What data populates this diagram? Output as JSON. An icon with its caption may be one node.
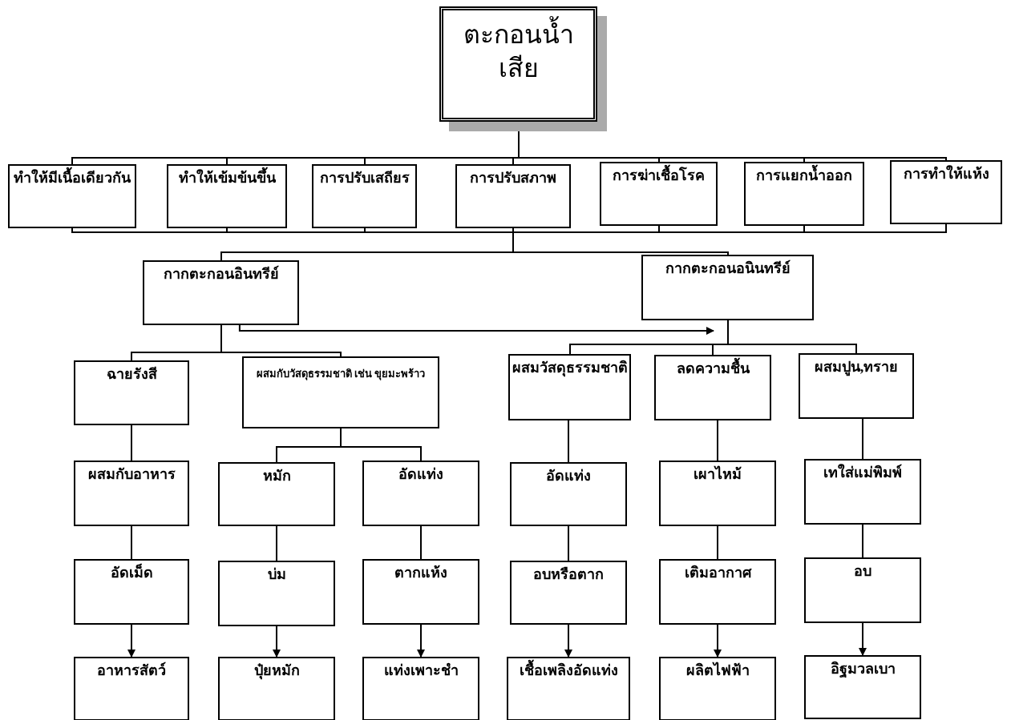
{
  "diagram": {
    "nodes": [
      {
        "text": [
          "ตะกอนน้ำเสีย"
        ]
      },
      {
        "text": [
          "ทำให้มีเนื้อเดียวกัน"
        ]
      },
      {
        "text": [
          "ทำให้เข้มข้นขึ้น"
        ]
      },
      {
        "text": [
          "การปรับเสถียร"
        ]
      },
      {
        "text": [
          "การปรับสภาพ"
        ]
      },
      {
        "text": [
          "การฆ่าเชื้อโรค"
        ]
      },
      {
        "text": [
          "การแยกน้ำออก"
        ]
      },
      {
        "text": [
          "การทำให้แห้ง"
        ]
      },
      {
        "text": [
          "กากตะกอนอินทรีย์"
        ]
      },
      {
        "text": [
          "กากตะกอนอนินทรีย์"
        ]
      },
      {
        "text": [
          "ฉายรังสี"
        ]
      },
      {
        "text": [
          "ผสมกับวัสดุธรรมชาติ เช่น ขุยมะพร้าว"
        ]
      },
      {
        "text": [
          "ผสมวัสดุธรรมชาติ"
        ]
      },
      {
        "text": [
          "ลดความชื้น"
        ]
      },
      {
        "text": [
          "ผสมปูน,ทราย"
        ]
      },
      {
        "text": [
          "ผสมกับอาหาร"
        ]
      },
      {
        "text": [
          "หมัก"
        ]
      },
      {
        "text": [
          "อัดแท่ง"
        ]
      },
      {
        "text": [
          "อัดแท่ง"
        ]
      },
      {
        "text": [
          "เผาไหม้"
        ]
      },
      {
        "text": [
          "เทใส่แม่พิมพ์"
        ]
      },
      {
        "text": [
          "อัดเม็ด"
        ]
      },
      {
        "text": [
          "บ่ม"
        ]
      },
      {
        "text": [
          "ตากแห้ง"
        ]
      },
      {
        "text": [
          "อบหรือตาก"
        ]
      },
      {
        "text": [
          "เติมอากาศ"
        ]
      },
      {
        "text": [
          "อบ"
        ]
      },
      {
        "text": [
          "อาหารสัตว์"
        ]
      },
      {
        "text": [
          "ปุ๋ยหมัก"
        ]
      },
      {
        "text": [
          "แท่งเพาะชำ"
        ]
      },
      {
        "text": [
          "เชื้อเพลิงอัดแท่ง"
        ]
      },
      {
        "text": [
          "ผลิตไฟฟ้า"
        ]
      },
      {
        "text": [
          "อิฐมวลเบา"
        ]
      }
    ],
    "edges": [
      {
        "from": 0,
        "to": 1,
        "arrow": "none"
      },
      {
        "from": 0,
        "to": 2,
        "arrow": "none"
      },
      {
        "from": 0,
        "to": 3,
        "arrow": "none"
      },
      {
        "from": 0,
        "to": 4,
        "arrow": "none"
      },
      {
        "from": 0,
        "to": 5,
        "arrow": "none"
      },
      {
        "from": 0,
        "to": 6,
        "arrow": "none"
      },
      {
        "from": 0,
        "to": 7,
        "arrow": "none"
      },
      {
        "from": 1,
        "to": 8,
        "arrow": "none"
      },
      {
        "from": 2,
        "to": 8,
        "arrow": "none"
      },
      {
        "from": 3,
        "to": 8,
        "arrow": "none"
      },
      {
        "from": 4,
        "to": 8,
        "arrow": "none"
      },
      {
        "from": 5,
        "to": 8,
        "arrow": "none"
      },
      {
        "from": 6,
        "to": 8,
        "arrow": "none"
      },
      {
        "from": 7,
        "to": 8,
        "arrow": "none"
      },
      {
        "from": 1,
        "to": 9,
        "arrow": "none"
      },
      {
        "from": 2,
        "to": 9,
        "arrow": "none"
      },
      {
        "from": 3,
        "to": 9,
        "arrow": "none"
      },
      {
        "from": 4,
        "to": 9,
        "arrow": "none"
      },
      {
        "from": 5,
        "to": 9,
        "arrow": "none"
      },
      {
        "from": 6,
        "to": 9,
        "arrow": "none"
      },
      {
        "from": 7,
        "to": 9,
        "arrow": "none"
      },
      {
        "from": 8,
        "to": 9,
        "arrow": "to"
      },
      {
        "from": 8,
        "to": 10,
        "arrow": "none"
      },
      {
        "from": 8,
        "to": 11,
        "arrow": "none"
      },
      {
        "from": 9,
        "to": 12,
        "arrow": "none"
      },
      {
        "from": 9,
        "to": 13,
        "arrow": "none"
      },
      {
        "from": 9,
        "to": 14,
        "arrow": "none"
      },
      {
        "from": 10,
        "to": 15,
        "arrow": "none"
      },
      {
        "from": 11,
        "to": 16,
        "arrow": "none"
      },
      {
        "from": 11,
        "to": 17,
        "arrow": "none"
      },
      {
        "from": 12,
        "to": 18,
        "arrow": "none"
      },
      {
        "from": 13,
        "to": 19,
        "arrow": "none"
      },
      {
        "from": 14,
        "to": 20,
        "arrow": "none"
      },
      {
        "from": 15,
        "to": 21,
        "arrow": "none"
      },
      {
        "from": 16,
        "to": 22,
        "arrow": "none"
      },
      {
        "from": 17,
        "to": 23,
        "arrow": "none"
      },
      {
        "from": 18,
        "to": 24,
        "arrow": "none"
      },
      {
        "from": 19,
        "to": 25,
        "arrow": "none"
      },
      {
        "from": 20,
        "to": 26,
        "arrow": "none"
      },
      {
        "from": 21,
        "to": 27,
        "arrow": "to"
      },
      {
        "from": 22,
        "to": 28,
        "arrow": "to"
      },
      {
        "from": 23,
        "to": 29,
        "arrow": "to"
      },
      {
        "from": 24,
        "to": 30,
        "arrow": "to"
      },
      {
        "from": 25,
        "to": 31,
        "arrow": "to"
      },
      {
        "from": 26,
        "to": 32,
        "arrow": "to"
      }
    ]
  }
}
